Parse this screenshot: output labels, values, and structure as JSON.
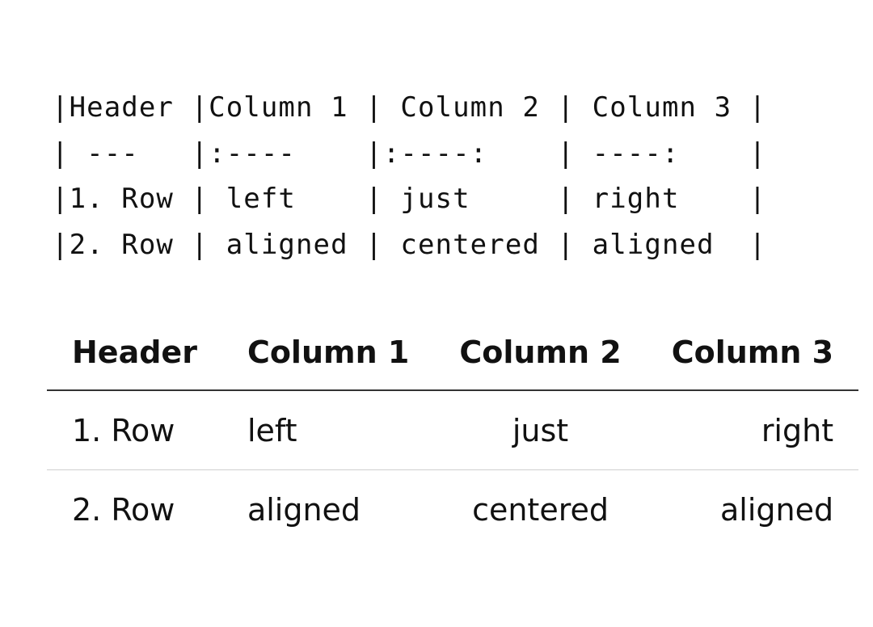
{
  "markdown_source": {
    "lines": [
      "|Header |Column 1 | Column 2 | Column 3 |",
      "| ---   |:----    |:----:    | ----:    |",
      "|1. Row | left    | just     | right    |",
      "|2. Row | aligned | centered | aligned  |"
    ]
  },
  "rendered_table": {
    "headers": [
      "Header",
      "Column 1",
      "Column 2",
      "Column 3"
    ],
    "alignments": [
      "left",
      "left",
      "center",
      "right"
    ],
    "rows": [
      [
        "1. Row",
        "left",
        "just",
        "right"
      ],
      [
        "2. Row",
        "aligned",
        "centered",
        "aligned"
      ]
    ]
  }
}
